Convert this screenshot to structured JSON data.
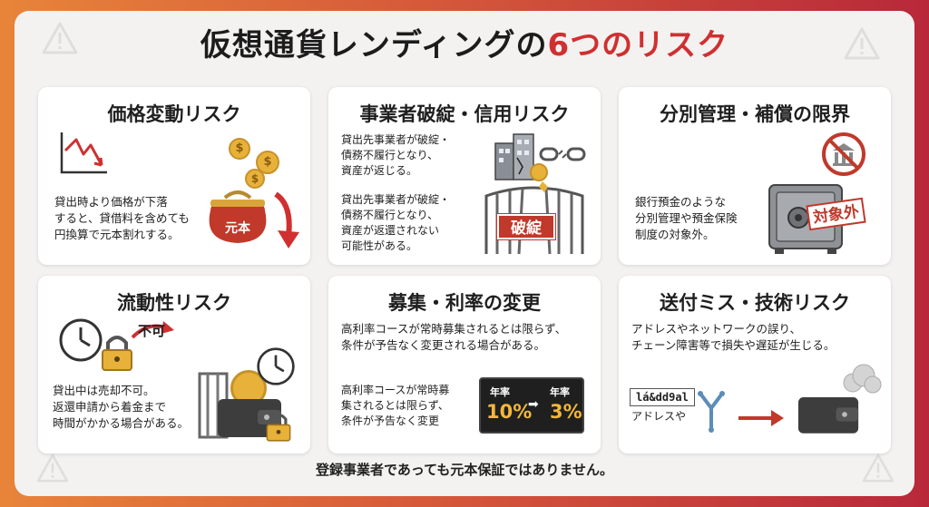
{
  "title": {
    "prefix": "仮想通貨レンディングの",
    "accent": "6つのリスク"
  },
  "cards": [
    {
      "title": "価格変動リスク",
      "body": [
        "貸出時より価格が下落",
        "すると、貸借料を含めても",
        "円換算で元本割れする。"
      ],
      "badge": "元本"
    },
    {
      "title": "事業者破綻・信用リスク",
      "body1": [
        "貸出先事業者が破綻・",
        "債務不履行となり、",
        "資産が返じる。"
      ],
      "body2": [
        "貸出先事業者が破綻・",
        "債務不履行となり、",
        "資産が返還されない",
        "可能性がある。"
      ],
      "stamp": "破綻"
    },
    {
      "title": "分別管理・補償の限界",
      "body": [
        "銀行預金のような",
        "分別管理や預金保険",
        "制度の対象外。"
      ],
      "stamp": "対象外"
    },
    {
      "title": "流動性リスク",
      "label": "不可",
      "body": [
        "貸出中は売却不可。",
        "返還申請から着金まで",
        "時間がかかる場合がある。"
      ]
    },
    {
      "title": "募集・利率の変更",
      "body1": [
        "高利率コースが常時募集されるとは限らず、",
        "条件が予告なく変更される場合がある。"
      ],
      "body2": [
        "高利率コースが常時募",
        "集されるとは限らず、",
        "条件が予告なく変更"
      ],
      "rate_label_left": "年率",
      "rate_left": "10%",
      "rate_label_right": "年率",
      "rate_right": "3%"
    },
    {
      "title": "送付ミス・技術リスク",
      "body": [
        "アドレスやネットワークの誤り、",
        "チェーン障害等で損失や遅延が生じる。"
      ],
      "address": "lá&dd9al",
      "address_caption": "アドレスや"
    }
  ],
  "footer": "登録事業者であっても元本保証ではありません。",
  "colors": {
    "accent": "#d03030",
    "coin": "#e8b23a",
    "dark": "#3a3a3a"
  },
  "icons": [
    "warning-icon",
    "price-down-chart-icon",
    "coin-icon",
    "purse-icon",
    "red-arrow-icon",
    "building-icon",
    "chain-icon",
    "gate-icon",
    "bank-prohibited-icon",
    "safe-icon",
    "clock-icon",
    "padlock-icon",
    "wallet-icon",
    "transfer-arrow-icon",
    "network-icon",
    "dust-cloud-icon"
  ]
}
